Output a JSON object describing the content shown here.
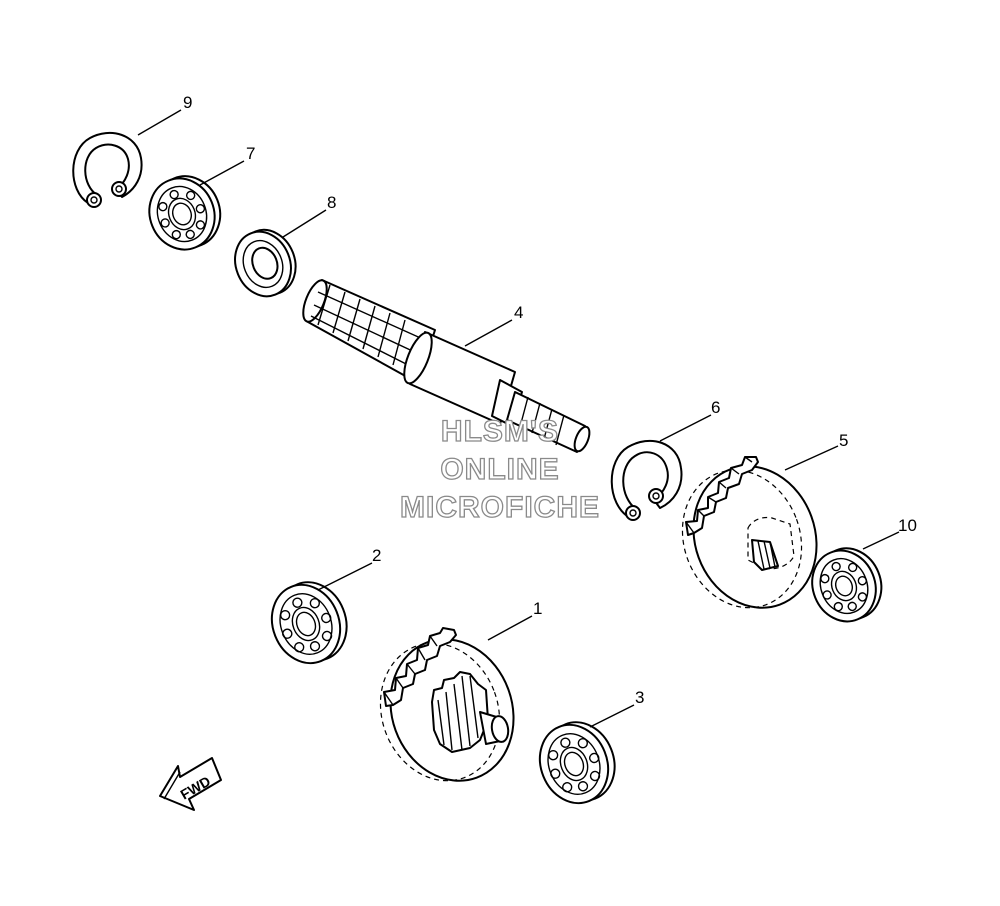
{
  "callouts": {
    "c1": "1",
    "c2": "2",
    "c3": "3",
    "c4": "4",
    "c5": "5",
    "c6": "6",
    "c7": "7",
    "c8": "8",
    "c9": "9",
    "c10": "10"
  },
  "watermark": {
    "line1": "HLSM'S",
    "line2": "ONLINE",
    "line3": "MICROFICHE"
  },
  "direction": {
    "label": "FWD"
  },
  "icons": [
    "circlip",
    "ball-bearing",
    "oil-seal",
    "splined-shaft",
    "gear",
    "fwd-arrow"
  ]
}
